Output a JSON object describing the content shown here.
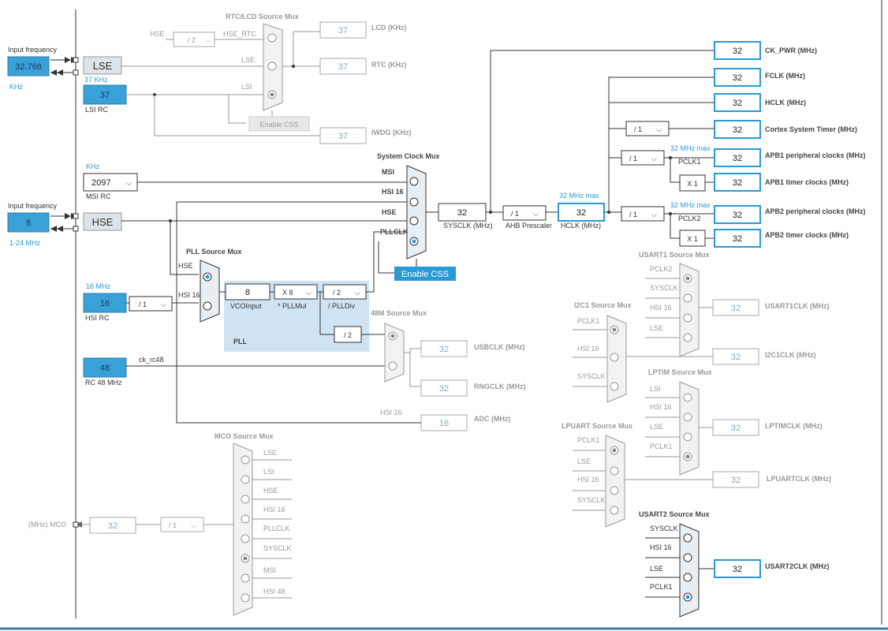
{
  "inputs": {
    "lse_freq_label": "Input frequency",
    "lse_freq": "32.768",
    "lse_unit": "KHz",
    "lse_label": "LSE",
    "lsi_freq_top": "37 KHz",
    "lsi_value": "37",
    "lsi_label": "LSI RC",
    "msi_unit": "KHz",
    "msi_value": "2097",
    "msi_label": "MSI RC",
    "hse_freq_label": "Input frequency",
    "hse_freq": "8",
    "hse_range": "1-24 MHz",
    "hse_label": "HSE",
    "hsi16_top": "16 MHz",
    "hsi16_value": "16",
    "hsi16_label": "HSI RC",
    "hsi16_div": "/ 1",
    "rc48_value": "48",
    "rc48_label": "RC 48 MHz",
    "ck_rc48": "ck_rc48"
  },
  "rtc": {
    "title": "RTC/LCD Source Mux",
    "hse_in": "HSE",
    "hse_div": "/ 2",
    "hse_rtc": "HSE_RTC",
    "lse_in": "LSE",
    "lsi_in": "LSI",
    "enable_css": "Enable CSS",
    "lcd_val": "37",
    "lcd_label": "LCD (KHz)",
    "rtc_val": "37",
    "rtc_label": "RTC (KHz)",
    "iwdg_val": "37",
    "iwdg_label": "IWDG (KHz)"
  },
  "sysmux": {
    "title": "System Clock Mux",
    "msi": "MSI",
    "hsi16": "HSI 16",
    "hse": "HSE",
    "pllclk": "PLLCLK",
    "enable_css": "Enable CSS",
    "sysclk_val": "32",
    "sysclk_label": "SYSCLK (MHz)",
    "ahb_div": "/ 1",
    "ahb_label": "AHB Prescaler",
    "hclk_max": "32 MHz max",
    "hclk_val": "32",
    "hclk_label": "HCLK (MHz)"
  },
  "pll": {
    "title": "PLL Source Mux",
    "hse": "HSE",
    "hsi16": "HSI 16",
    "vco_val": "8",
    "vco_label": "VCOInput",
    "mul_val": "X 8",
    "mul_label": "* PLLMul",
    "div_val": "/ 2",
    "div_label": "/ PLLDiv",
    "pll_label": "PLL",
    "div2": "/ 2"
  },
  "usb48": {
    "title": "48M Source Mux",
    "usb_val": "32",
    "usb_label": "USBCLK (MHz)",
    "rng_val": "32",
    "rng_label": "RNGCLK (MHz)",
    "adc_in": "HSI 16",
    "adc_val": "16",
    "adc_label": "ADC (MHz)"
  },
  "outputs": {
    "ck_pwr_val": "32",
    "ck_pwr_label": "CK_PWR (MHz)",
    "fclk_val": "32",
    "fclk_label": "FCLK (MHz)",
    "hclk_val": "32",
    "hclk_label": "HCLK (MHz)",
    "cortex_div": "/ 1",
    "cortex_val": "32",
    "cortex_label": "Cortex System Timer (MHz)",
    "apb1_max": "32 MHz max",
    "apb1_div": "/ 1",
    "pclk1": "PCLK1",
    "apb1_val": "32",
    "apb1_label": "APB1 peripheral clocks (MHz)",
    "apb1_x": "X 1",
    "apb1t_val": "32",
    "apb1t_label": "APB1 timer clocks (MHz)",
    "apb2_max": "32 MHz max",
    "apb2_div": "/ 1",
    "pclk2": "PCLK2",
    "apb2_val": "32",
    "apb2_label": "APB2 peripheral clocks (MHz)",
    "apb2_x": "X 1",
    "apb2t_val": "32",
    "apb2t_label": "APB2 timer clocks (MHz)"
  },
  "usart1": {
    "title": "USART1 Source Mux",
    "in1": "PCLK2",
    "in2": "SYSCLK",
    "in3": "HSI 16",
    "in4": "LSE",
    "val": "32",
    "label": "USART1CLK (MHz)"
  },
  "i2c1": {
    "title": "I2C1 Source Mux",
    "in1": "PCLK1",
    "in2": "HSI 16",
    "in3": "SYSCLK",
    "val": "32",
    "label": "I2C1CLK (MHz)"
  },
  "lptim": {
    "title": "LPTIM Source Mux",
    "in1": "LSI",
    "in2": "HSI 16",
    "in3": "LSE",
    "in4": "PCLK1",
    "val": "32",
    "label": "LPTIMCLK (MHz)"
  },
  "lpuart": {
    "title": "LPUART Source Mux",
    "in1": "PCLK1",
    "in2": "LSE",
    "in3": "HSI 16",
    "in4": "SYSCLK",
    "val": "32",
    "label": "LPUARTCLK (MHz)"
  },
  "usart2": {
    "title": "USART2 Source Mux",
    "in1": "SYSCLK",
    "in2": "HSI 16",
    "in3": "LSE",
    "in4": "PCLK1",
    "val": "32",
    "label": "USART2CLK (MHz)"
  },
  "mco": {
    "title": "MCO Source Mux",
    "in1": "LSE",
    "in2": "LSI",
    "in3": "HSE",
    "in4": "HSI 16",
    "in5": "PLLCLK",
    "in6": "SYSCLK",
    "in7": "MSI",
    "in8": "HSI 48",
    "div": "/ 1",
    "val": "32",
    "label": "(MHz) MCO"
  }
}
